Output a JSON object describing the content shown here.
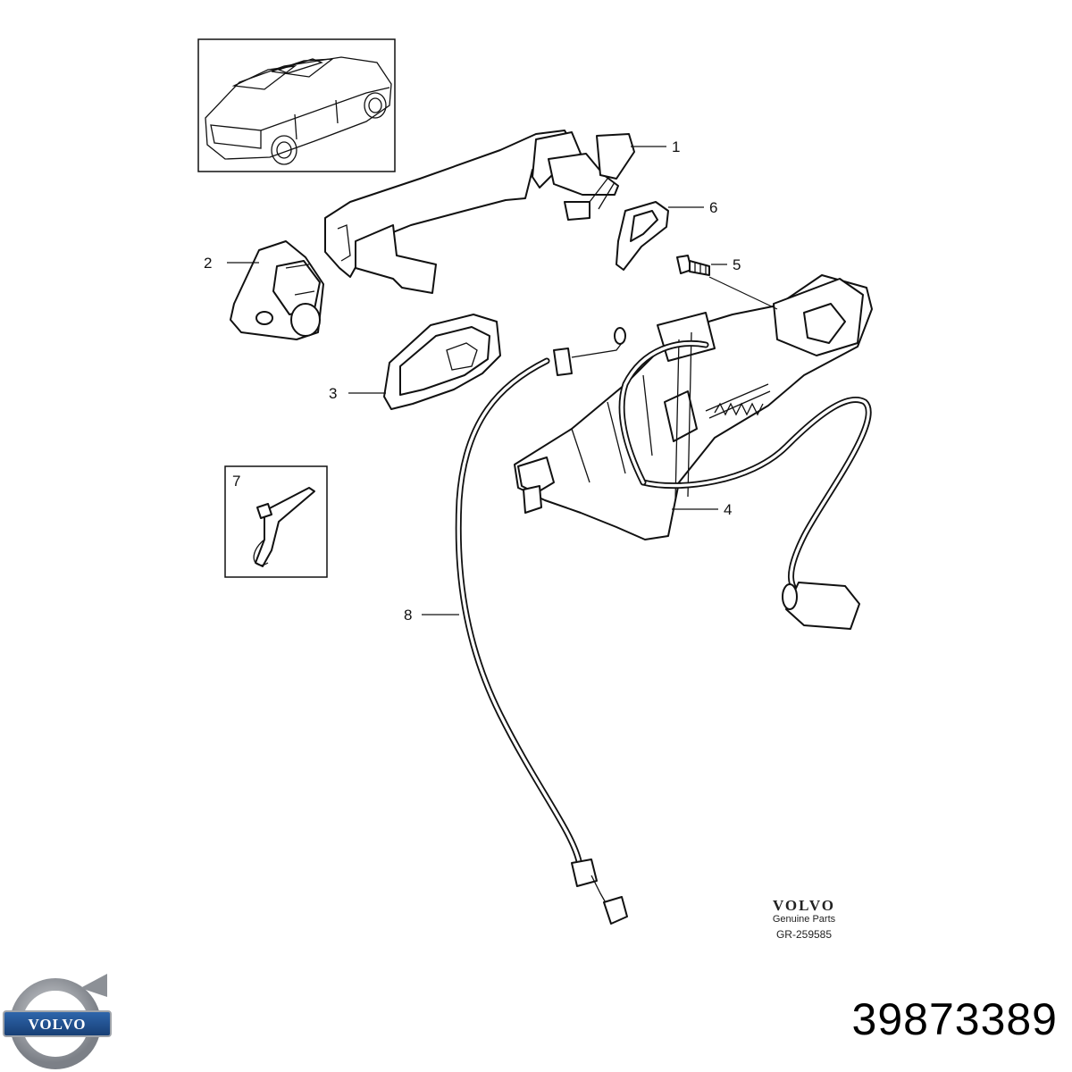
{
  "diagram": {
    "callouts": [
      {
        "id": "1",
        "label": "1"
      },
      {
        "id": "2",
        "label": "2"
      },
      {
        "id": "3",
        "label": "3"
      },
      {
        "id": "4",
        "label": "4"
      },
      {
        "id": "5",
        "label": "5"
      },
      {
        "id": "6",
        "label": "6"
      },
      {
        "id": "7",
        "label": "7"
      },
      {
        "id": "8",
        "label": "8"
      }
    ]
  },
  "brand_block": {
    "name": "VOLVO",
    "subtitle": "Genuine Parts",
    "reference": "GR-259585"
  },
  "logo": {
    "text": "VOLVO",
    "colors": {
      "ring": "#8c9096",
      "band": "#1f4e8c"
    }
  },
  "part_number": "39873389"
}
